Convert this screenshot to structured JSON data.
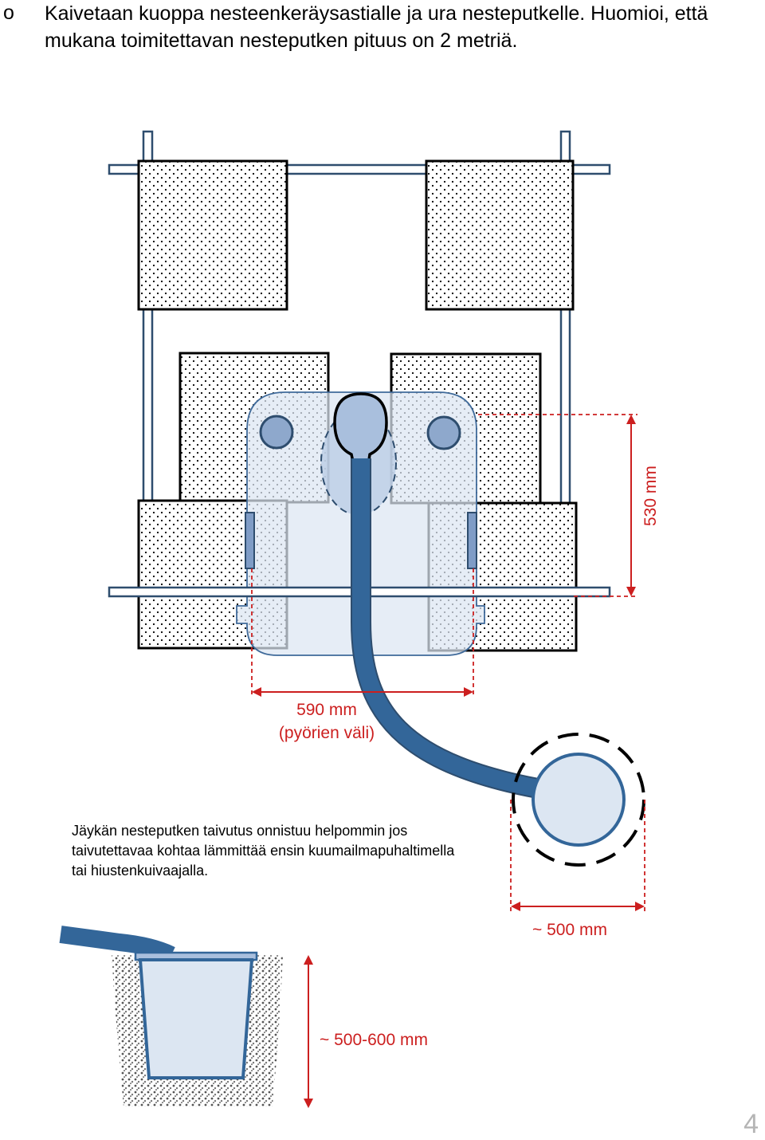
{
  "intro": {
    "bullet": "o",
    "text": "Kaivetaan kuoppa nesteenkeräysastialle ja ura nesteputkelle. Huomioi, että mukana toimitettavan nesteputken pituus on 2 metriä."
  },
  "dimensions": {
    "height_label": "530 mm",
    "wheel_gap_label": "590 mm",
    "wheel_gap_note": "(pyörien väli)",
    "container_diameter_label": "~ 500 mm",
    "pit_depth_label": "~ 500-600 mm"
  },
  "note": "Jäykän nesteputken taivutus onnistuu helpommin jos taivutettavaa kohtaa lämmittää ensin kuumailmapuhaltimella tai hiustenkuivaajalla.",
  "page_number": "4",
  "colors": {
    "dimension": "#cc1f1f",
    "pipe": "#336699",
    "frame": "#2e4d6e",
    "light_fill": "#dce6f2"
  }
}
